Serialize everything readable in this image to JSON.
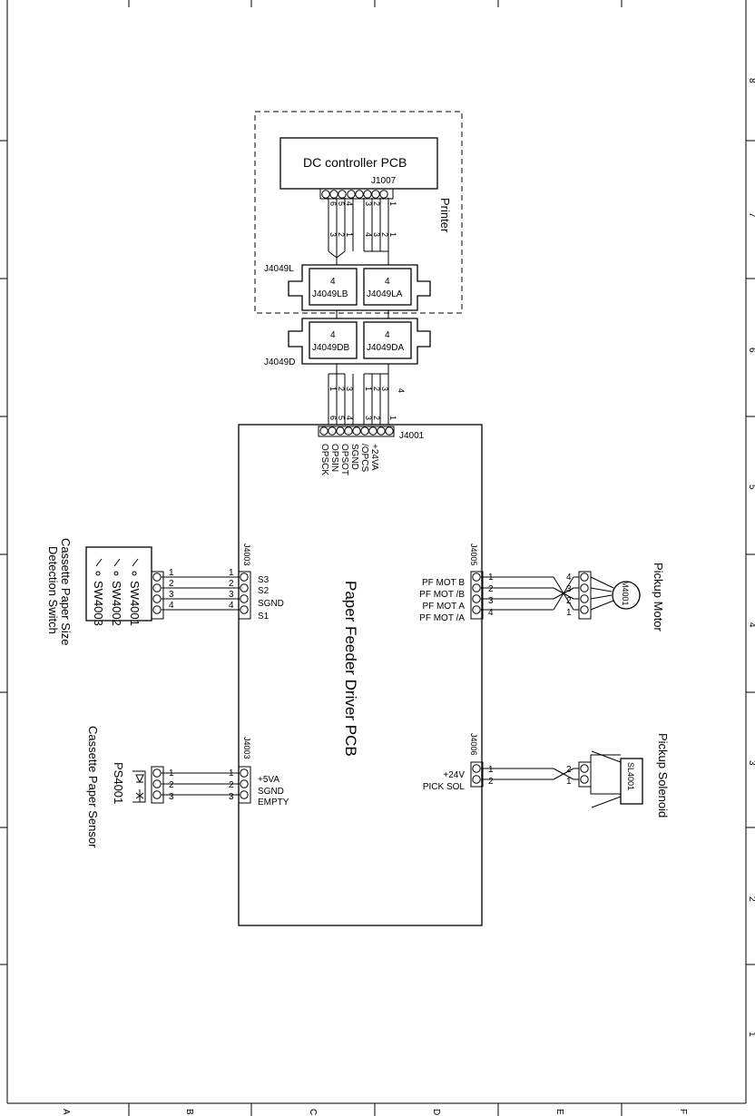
{
  "frame": {
    "row_numbers": [
      "8",
      "7",
      "6",
      "5",
      "4",
      "3",
      "2",
      "1"
    ],
    "column_letters": [
      "A",
      "B",
      "C",
      "D",
      "E",
      "F"
    ]
  },
  "printer": {
    "label": "Printer",
    "dc_controller": "DC controller PCB",
    "j1007": "J1007",
    "j1007_pins": [
      "6",
      "5",
      "4",
      "3",
      "2",
      "1"
    ],
    "cable_left_pins": [
      "3",
      "2",
      "1"
    ],
    "cable_right_pins": [
      "4",
      "3",
      "2",
      "1"
    ]
  },
  "relay": {
    "j4049l": "J4049L",
    "j4049d": "J4049D",
    "lb": {
      "count": "4",
      "name": "J4049LB"
    },
    "la": {
      "count": "4",
      "name": "J4049LA"
    },
    "db": {
      "count": "4",
      "name": "J4049DB"
    },
    "da": {
      "count": "4",
      "name": "J4049DA"
    },
    "lower_left_pins": [
      "1",
      "2",
      "3"
    ],
    "lower_right_pins": [
      "1",
      "2",
      "3",
      "4"
    ]
  },
  "pcb": {
    "title": "Paper Feeder Driver PCB",
    "j4001": "J4001",
    "j4001_pins": [
      "6",
      "5",
      "4",
      "3",
      "2",
      "1"
    ],
    "j4001_signals": [
      "OPSCK",
      "OPSIN",
      "OPSOT",
      "SGND",
      "/OPCS",
      "+24VA"
    ],
    "j4003a": "J4003",
    "j4003a_signals": [
      "S3",
      "S2",
      "SGND",
      "S1"
    ],
    "j4003b": "J4003",
    "j4003b_signals": [
      "+5VA",
      "SGND",
      "EMPTY"
    ],
    "j4005": "J4005",
    "j4005_signals": [
      "PF MOT B",
      "PF MOT /B",
      "PF MOT A",
      "PF MOT /A"
    ],
    "j4006": "J4006",
    "j4006_signals": [
      "+24V",
      "PICK SOL"
    ]
  },
  "switch": {
    "names": [
      "SW4001",
      "SW4002",
      "SW4003"
    ],
    "title_line1": "Cassette Paper Size",
    "title_line2": "Detection Switch",
    "conn_pins": [
      "1",
      "2",
      "3",
      "4"
    ],
    "pcb_pins": [
      "1",
      "2",
      "3",
      "4"
    ]
  },
  "sensor": {
    "name": "PS4001",
    "title": "Cassette Paper Sensor",
    "conn_pins": [
      "1",
      "2",
      "3"
    ],
    "pcb_pins": [
      "1",
      "2",
      "3"
    ]
  },
  "motor": {
    "name": "M4001",
    "title": "Pickup Motor",
    "pcb_pins": [
      "1",
      "2",
      "3",
      "4"
    ],
    "conn_pins": [
      "4",
      "3",
      "2",
      "1"
    ]
  },
  "solenoid": {
    "name": "SL4001",
    "title": "Pickup Solenoid",
    "pcb_pins": [
      "1",
      "2"
    ],
    "conn_pins": [
      "2",
      "1"
    ]
  }
}
